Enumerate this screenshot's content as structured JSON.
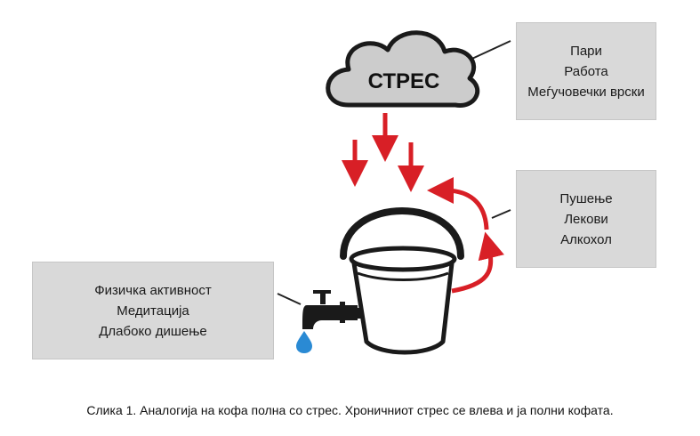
{
  "cloud": {
    "label": "СТРЕС"
  },
  "stress_sources": {
    "items": [
      "Пари",
      "Работа",
      "Меѓучовечки врски"
    ]
  },
  "bad_coping": {
    "items": [
      "Пушење",
      "Лекови",
      "Алкохол"
    ]
  },
  "healthy_coping": {
    "items": [
      "Физичка активност",
      "Медитација",
      "Длабоко дишење"
    ]
  },
  "caption": "Слика 1. Аналогија на кофа полна со стрес. Хроничниот стрес се влева и ја полни кофата.",
  "colors": {
    "arrow": "#d81f26",
    "cloud_fill": "#cccccc",
    "box_fill": "#d9d9d9",
    "water_drop": "#2a8ad4"
  }
}
